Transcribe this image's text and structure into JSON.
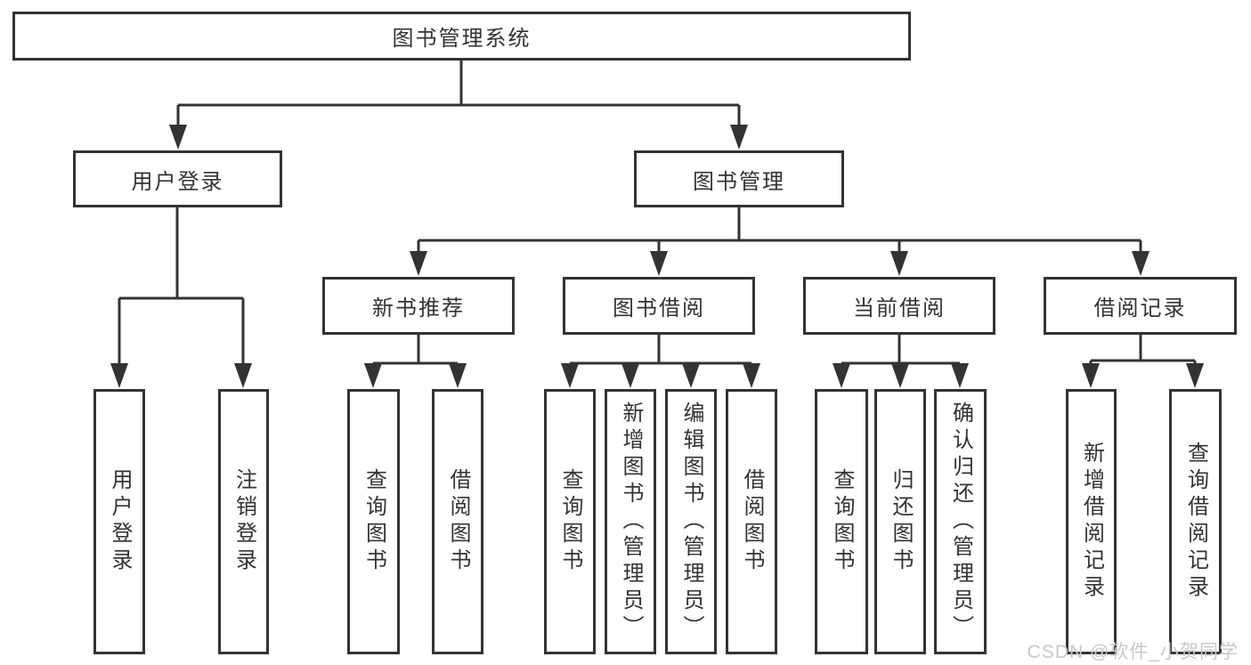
{
  "diagram": {
    "root": {
      "label": "图书管理系统"
    },
    "level2": [
      {
        "label": "用户登录"
      },
      {
        "label": "图书管理"
      }
    ],
    "level3": [
      {
        "label": "新书推荐"
      },
      {
        "label": "图书借阅"
      },
      {
        "label": "当前借阅"
      },
      {
        "label": "借阅记录"
      }
    ],
    "leaves": [
      {
        "label": "用户登录"
      },
      {
        "label": "注销登录"
      },
      {
        "label": "查询图书"
      },
      {
        "label": "借阅图书"
      },
      {
        "label": "查询图书"
      },
      {
        "label": "新增图书（管理员）"
      },
      {
        "label": "编辑图书（管理员）"
      },
      {
        "label": "借阅图书"
      },
      {
        "label": "查询图书"
      },
      {
        "label": "归还图书"
      },
      {
        "label": "确认归还（管理员）"
      },
      {
        "label": "新增借阅记录"
      },
      {
        "label": "查询借阅记录"
      }
    ]
  },
  "watermark": {
    "text": "CSDN @软件_小贺同学"
  },
  "colors": {
    "line": "#333333",
    "box_border": "#333333",
    "text": "#333333",
    "watermark": "#c8c8c8",
    "background": "#ffffff"
  }
}
